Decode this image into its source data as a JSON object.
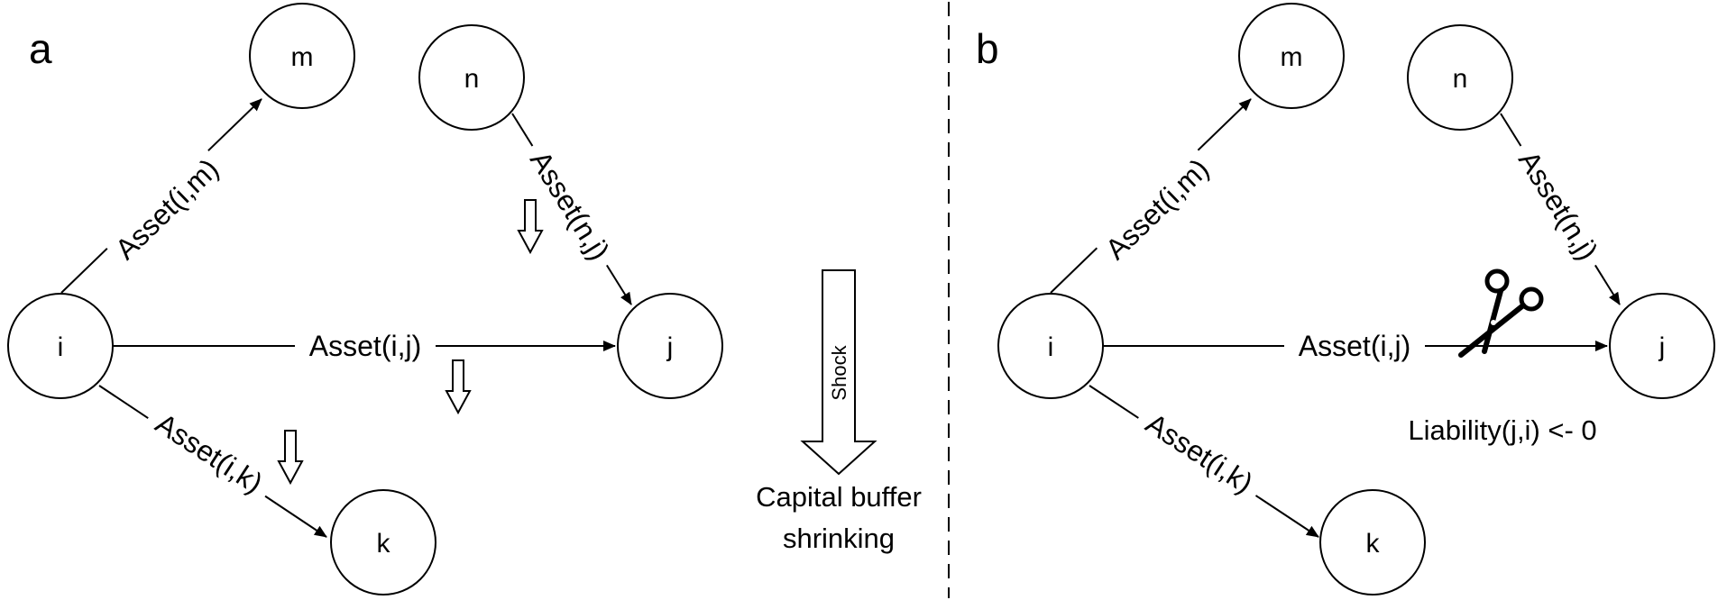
{
  "panels": [
    {
      "label": "a",
      "nodes": {
        "m": "m",
        "n": "n",
        "i": "i",
        "j": "j",
        "k": "k"
      },
      "edges": {
        "im": "Asset(i,m)",
        "nj": "Asset(n,j)",
        "ij": "Asset(i,j)",
        "ik": "Asset(i,k)"
      }
    },
    {
      "label": "b",
      "nodes": {
        "m": "m",
        "n": "n",
        "i": "i",
        "j": "j",
        "k": "k"
      },
      "edges": {
        "im": "Asset(i,m)",
        "nj": "Asset(n,j)",
        "ij": "Asset(i,j)",
        "ik": "Asset(i,k)"
      },
      "note": "Liability(j,i) <- 0"
    }
  ],
  "shock": {
    "label": "Shock",
    "caption_line1": "Capital buffer",
    "caption_line2": "shrinking"
  },
  "icons": [
    "scissors-icon",
    "shock-arrow-icon",
    "small-down-arrow-icon"
  ]
}
